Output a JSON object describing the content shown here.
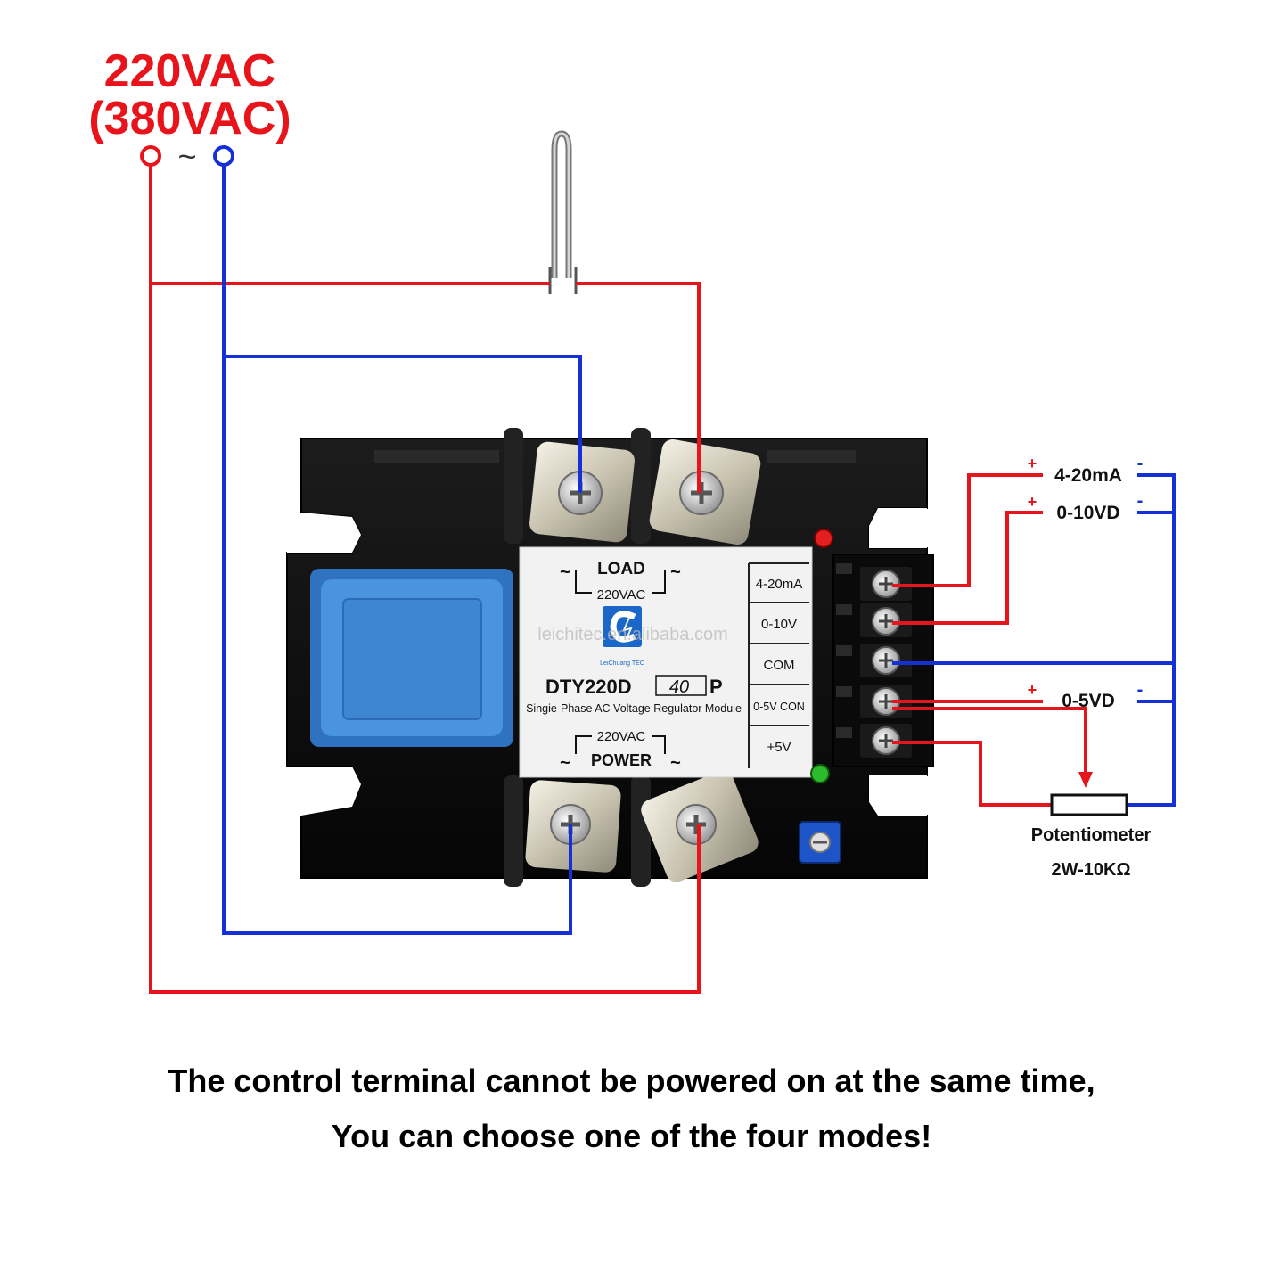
{
  "supply": {
    "voltage_main": "220VAC",
    "voltage_alt": "(380VAC)",
    "symbol": "~"
  },
  "module": {
    "load_label": "LOAD",
    "load_voltage": "220VAC",
    "model_prefix": "DTY220D",
    "model_current": "40",
    "model_suffix": "P",
    "description": "Singie-Phase AC Voltage Regulator Module",
    "power_voltage": "220VAC",
    "power_label": "POWER",
    "brand": "LeiChuang TEC",
    "watermark": "leichitec.en.alibaba.com",
    "terminals": [
      "4-20mA",
      "0-10V",
      "COM",
      "0-5V CON",
      "+5V"
    ]
  },
  "control_inputs": [
    {
      "label": "4-20mA",
      "plus": "+",
      "minus": "-"
    },
    {
      "label": "0-10VD",
      "plus": "+",
      "minus": "-"
    },
    {
      "label": "0-5VD",
      "plus": "+",
      "minus": "-"
    }
  ],
  "potentiometer": {
    "name": "Potentiometer",
    "rating": "2W-10KΩ"
  },
  "captions": {
    "line1": "The control terminal cannot be powered on at the same time,",
    "line2": "You can choose one of the four modes!"
  },
  "colors": {
    "line_live": "#e8141b",
    "line_neutral": "#1530d6",
    "housing": "#0d0d0d",
    "transformer": "#3f8ad8",
    "label_panel": "#f2f2f2"
  }
}
